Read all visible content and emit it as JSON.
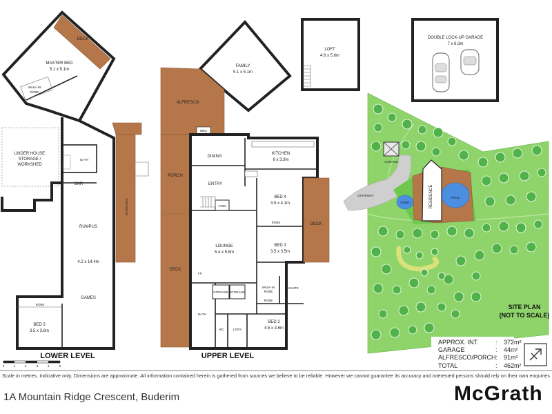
{
  "lower_level": {
    "title": "LOWER LEVEL",
    "rooms": {
      "master_bed": "MASTER BED",
      "master_bed_size": "5.1 x 5.1m",
      "deck": "DECK",
      "walk_in_robe": "WALK-IN",
      "walk_in_robe_2": "ROBE",
      "under_house": "UNDER HOUSE",
      "under_house_2": "STORAGE /",
      "under_house_3": "WORKSHED",
      "bath": "BATH",
      "bar": "BAR",
      "rumpus": "RUMPUS",
      "rumpus_size": "4.2 x 14.4m",
      "games": "GAMES",
      "verandah": "VERANDAH",
      "robe": "ROBE",
      "bed5": "BED 5",
      "bed5_size": "3.5 x 3.6m"
    },
    "scale_ticks": [
      "0",
      "1",
      "2",
      "3",
      "4",
      "5"
    ]
  },
  "upper_level": {
    "title": "UPPER LEVEL",
    "rooms": {
      "family": "FAMILY",
      "family_size": "5.1 x 5.1m",
      "loft": "LOFT",
      "loft_size": "4.6 x 5.6m",
      "alfresco": "ALFRESCO",
      "bbq": "BBQ",
      "dining": "DINING",
      "kitchen": "KITCHEN",
      "kitchen_size": "6 x 3.3m",
      "porch": "PORCH",
      "entry": "ENTRY",
      "void": "VOID",
      "bed4": "BED 4",
      "bed4_size": "3.5 x 4.1m",
      "deck": "DECK",
      "lounge": "LOUNGE",
      "lounge_size": "5.4 x 5.8m",
      "bed3": "BED 3",
      "bed3_size": "3.5 x 3.5m",
      "deck_left": "DECK",
      "fp": "FP",
      "storage_1": "STORAGE",
      "storage_2": "STORAGE",
      "walk_in_robe": "WALK-IN",
      "walk_in_robe_2": "ROBE",
      "ensuite": "ENSUITE",
      "bath": "BATH",
      "wc": "WC",
      "ldry": "L'DRY",
      "bed2": "BED 2",
      "bed2_size": "4.5 x 3.6m",
      "robe_1": "ROBE",
      "robe_2": "ROBE"
    }
  },
  "garage": {
    "title": "DOUBLE LOCK-UP GARAGE",
    "size": "7 x 6.3m"
  },
  "site_plan": {
    "title_1": "SITE PLAN",
    "title_2": "(NOT TO SCALE)",
    "garage": "GARAGE",
    "driveway": "DRIVEWAY",
    "pond": "POND",
    "residence": "RESIDENCE",
    "pool": "POOL"
  },
  "areas": [
    {
      "label": "APPROX. INT.",
      "sep": ":",
      "value": "372m²"
    },
    {
      "label": "GARAGE",
      "sep": ":",
      "value": "44m²"
    },
    {
      "label": "ALFRESCO/PORCH",
      "sep": ":",
      "value": "91m²"
    },
    {
      "label": "TOTAL",
      "sep": ":",
      "value": "462m²"
    }
  ],
  "disclaimer": "Scale in metres. Indicative only. Dimensions are approximate. All information contained herein is gathered from sources we believe to be reliable. However we cannot guarantee its accuracy and interested persons should rely on their own enquiries",
  "address": "1A Mountain Ridge Crescent, Buderim",
  "brand": "McGrath",
  "colors": {
    "deck": "#b5774a",
    "trees": "#52b24a",
    "lawn": "#8fd46b",
    "pool": "#4a8fe0"
  }
}
